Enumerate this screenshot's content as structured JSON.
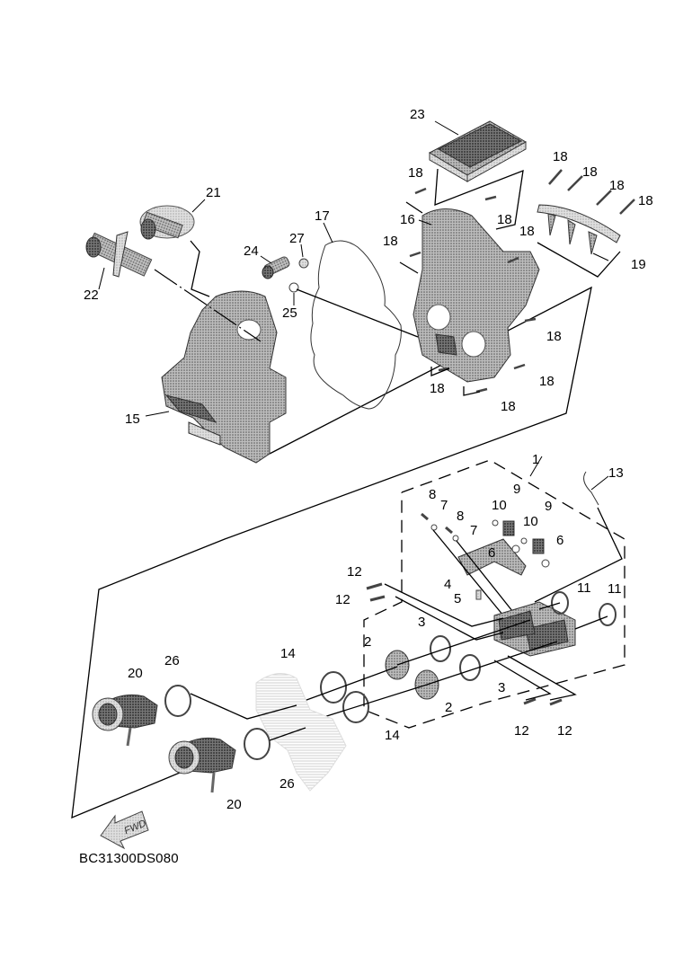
{
  "diagram": {
    "title": "Intake / Air box exploded parts diagram",
    "code": "BC31300DS080",
    "fwd_label": "FWD",
    "callouts": [
      {
        "id": "c1",
        "label": "1"
      },
      {
        "id": "c2a",
        "label": "2"
      },
      {
        "id": "c2b",
        "label": "2"
      },
      {
        "id": "c3a",
        "label": "3"
      },
      {
        "id": "c3b",
        "label": "3"
      },
      {
        "id": "c4",
        "label": "4"
      },
      {
        "id": "c5",
        "label": "5"
      },
      {
        "id": "c6a",
        "label": "6"
      },
      {
        "id": "c6b",
        "label": "6"
      },
      {
        "id": "c7a",
        "label": "7"
      },
      {
        "id": "c7b",
        "label": "7"
      },
      {
        "id": "c8a",
        "label": "8"
      },
      {
        "id": "c8b",
        "label": "8"
      },
      {
        "id": "c9a",
        "label": "9"
      },
      {
        "id": "c9b",
        "label": "9"
      },
      {
        "id": "c10a",
        "label": "10"
      },
      {
        "id": "c10b",
        "label": "10"
      },
      {
        "id": "c11a",
        "label": "11"
      },
      {
        "id": "c11b",
        "label": "11"
      },
      {
        "id": "c12a",
        "label": "12"
      },
      {
        "id": "c12b",
        "label": "12"
      },
      {
        "id": "c12c",
        "label": "12"
      },
      {
        "id": "c12d",
        "label": "12"
      },
      {
        "id": "c13",
        "label": "13"
      },
      {
        "id": "c14a",
        "label": "14"
      },
      {
        "id": "c14b",
        "label": "14"
      },
      {
        "id": "c15",
        "label": "15"
      },
      {
        "id": "c16",
        "label": "16"
      },
      {
        "id": "c17",
        "label": "17"
      },
      {
        "id": "c18a",
        "label": "18"
      },
      {
        "id": "c18b",
        "label": "18"
      },
      {
        "id": "c18c",
        "label": "18"
      },
      {
        "id": "c18d",
        "label": "18"
      },
      {
        "id": "c18e",
        "label": "18"
      },
      {
        "id": "c18f",
        "label": "18"
      },
      {
        "id": "c18g",
        "label": "18"
      },
      {
        "id": "c18h",
        "label": "18"
      },
      {
        "id": "c18i",
        "label": "18"
      },
      {
        "id": "c18j",
        "label": "18"
      },
      {
        "id": "c18k",
        "label": "18"
      },
      {
        "id": "c18l",
        "label": "18"
      },
      {
        "id": "c19",
        "label": "19"
      },
      {
        "id": "c20a",
        "label": "20"
      },
      {
        "id": "c20b",
        "label": "20"
      },
      {
        "id": "c21",
        "label": "21"
      },
      {
        "id": "c22",
        "label": "22"
      },
      {
        "id": "c23",
        "label": "23"
      },
      {
        "id": "c24",
        "label": "24"
      },
      {
        "id": "c25",
        "label": "25"
      },
      {
        "id": "c26a",
        "label": "26"
      },
      {
        "id": "c26b",
        "label": "26"
      },
      {
        "id": "c27",
        "label": "27"
      }
    ]
  }
}
